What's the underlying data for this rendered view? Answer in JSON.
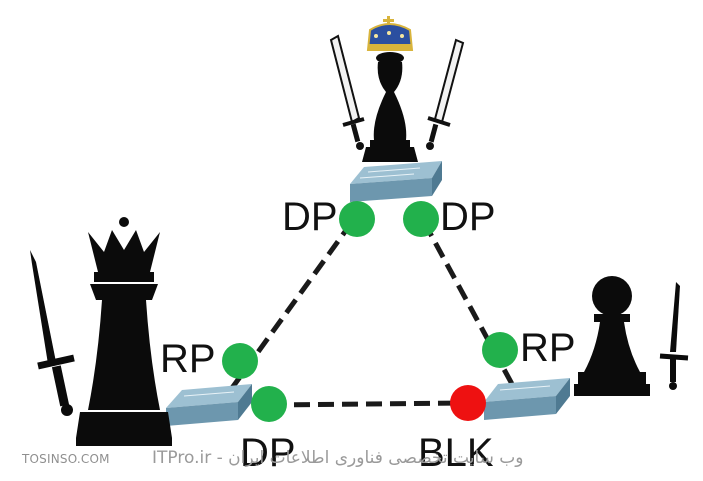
{
  "diagram": {
    "title": "",
    "switches": [
      {
        "id": "root",
        "role": "root bridge",
        "piece": "king"
      },
      {
        "id": "left",
        "role": "switch",
        "piece": "queen"
      },
      {
        "id": "right",
        "role": "switch",
        "piece": "pawn"
      }
    ],
    "links": [
      {
        "from": "root",
        "to": "left",
        "style": "dashed"
      },
      {
        "from": "root",
        "to": "right",
        "style": "dashed"
      },
      {
        "from": "left",
        "to": "right",
        "style": "dashed"
      }
    ],
    "ports": [
      {
        "switch": "root",
        "side": "left",
        "label": "DP",
        "state": "forwarding",
        "color": "#22b14c"
      },
      {
        "switch": "root",
        "side": "right",
        "label": "DP",
        "state": "forwarding",
        "color": "#22b14c"
      },
      {
        "switch": "left",
        "side": "up",
        "label": "RP",
        "state": "forwarding",
        "color": "#22b14c"
      },
      {
        "switch": "left",
        "side": "right",
        "label": "DP",
        "state": "forwarding",
        "color": "#22b14c"
      },
      {
        "switch": "right",
        "side": "up",
        "label": "RP",
        "state": "forwarding",
        "color": "#22b14c"
      },
      {
        "switch": "right",
        "side": "left",
        "label": "BLK",
        "state": "blocking",
        "color": "#ee1111"
      }
    ],
    "colors": {
      "switch_top": "#8fb3c7",
      "switch_side": "#5f8aa3",
      "link": "#1a1a1a",
      "piece": "#0b0b0b",
      "crown_gold": "#d8b43c",
      "crown_blue": "#2b4fa0"
    }
  },
  "watermarks": {
    "left": "TOSINSO.COM",
    "center": "ITPro.ir - وب سایت تخصصی فناوری اطلاعات ایران"
  }
}
